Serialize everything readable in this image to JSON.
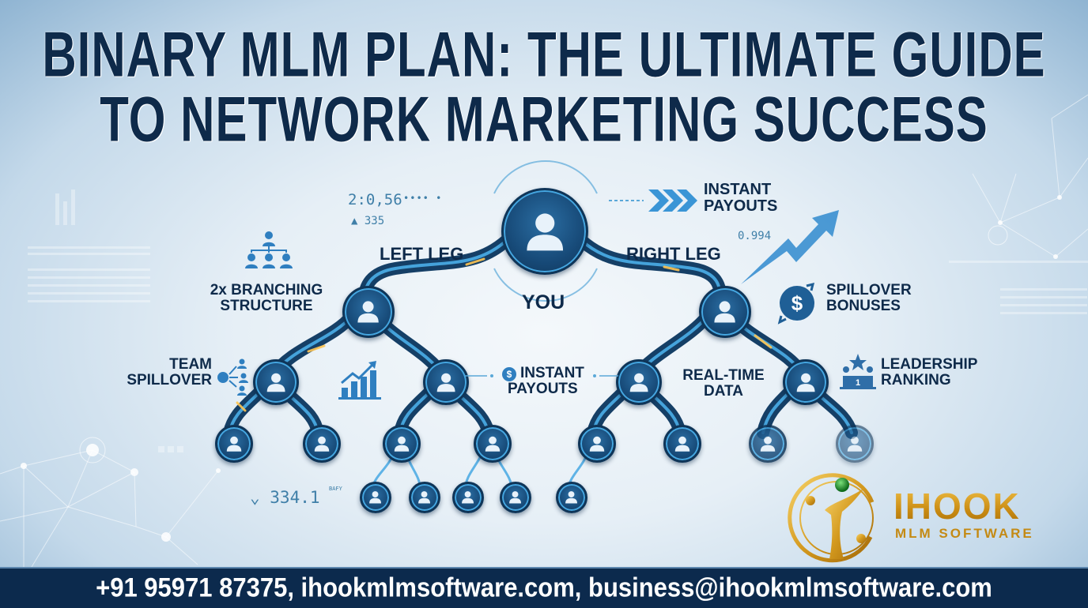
{
  "title": {
    "line1": "BINARY MLM PLAN: THE ULTIMATE GUIDE",
    "line2": "TO NETWORK MARKETING SUCCESS"
  },
  "tree": {
    "root_label": "YOU",
    "left_leg_label": "LEFT LEG",
    "right_leg_label": "RIGHT LEG"
  },
  "features": {
    "branching": "2x BRANCHING\nSTRUCTURE",
    "branching_line1": "2x BRANCHING",
    "branching_line2": "STRUCTURE",
    "team_spillover_line1": "TEAM",
    "team_spillover_line2": "SPILLOVER",
    "instant_payouts_top_line1": "INSTANT",
    "instant_payouts_top_line2": "PAYOUTS",
    "instant_payouts_mid_line1": "INSTANT",
    "instant_payouts_mid_line2": "PAYOUTS",
    "real_time_line1": "REAL-TIME",
    "real_time_line2": "DATA",
    "spillover_bonuses_line1": "SPILLOVER",
    "spillover_bonuses_line2": "BONUSES",
    "leadership_line1": "LEADERSHIP",
    "leadership_line2": "RANKING"
  },
  "stats": {
    "stat1": "2:0,56",
    "stat1_dots": "••••   •",
    "stat2": "▲ 335",
    "stat3": "0.994",
    "stat4": "⌄ 334.1",
    "stat4_sup": "BAFY"
  },
  "icons": {
    "node": "user-icon",
    "branching": "org-chart-icon",
    "team_spillover": "spillover-arrows-icon",
    "growth": "bar-chart-growth-icon",
    "payouts": "chevron-arrows-icon",
    "trend": "trend-up-arrow-icon",
    "spillover_bonus": "dollar-coin-icon",
    "leadership": "podium-star-icon",
    "instant_payout_dollar": "dollar-badge-icon"
  },
  "brand": {
    "name": "IHOOK",
    "subtitle": "MLM SOFTWARE",
    "gold": "#d59a1c",
    "green": "#1e8a2a"
  },
  "footer": {
    "contact": "+91 95971 87375, ihookmlmsoftware.com, business@ihookmlmsoftware.com"
  },
  "colors": {
    "title": "#0e2a4a",
    "node_fill": "#174a78",
    "node_ring": "#45a6e0",
    "footer_bg": "#0c2a4d",
    "accent_blue": "#2f7fc0"
  }
}
